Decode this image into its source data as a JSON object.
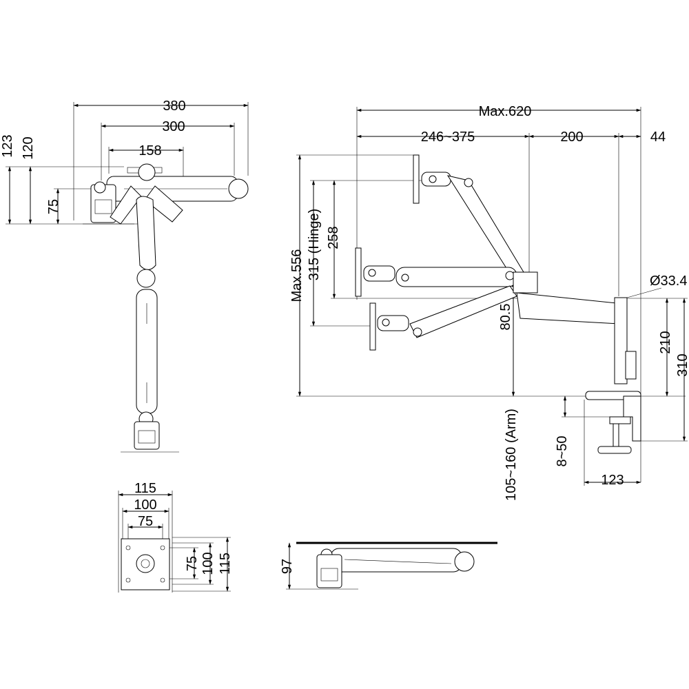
{
  "dimensions": {
    "top_view": {
      "w380": "380",
      "w300": "300",
      "w158": "158",
      "h123": "123",
      "h120": "120",
      "h75": "75"
    },
    "side_view": {
      "max_reach": "Max.620",
      "arm_range": "246~375",
      "d200": "200",
      "d44": "44",
      "max_height": "Max.556",
      "hinge": "315 (Hinge)",
      "d258": "258",
      "d80_5": "80.5",
      "pole_diameter": "Ø33.4",
      "d210": "210",
      "d310": "310",
      "arm_height": "105~160 (Arm)",
      "clamp_range": "8~50",
      "clamp_depth": "123"
    },
    "vesa_plate": {
      "w115": "115",
      "w100": "100",
      "w75": "75",
      "h75": "75",
      "h100": "100",
      "h115": "115"
    },
    "folded_view": {
      "d97": "97"
    }
  }
}
